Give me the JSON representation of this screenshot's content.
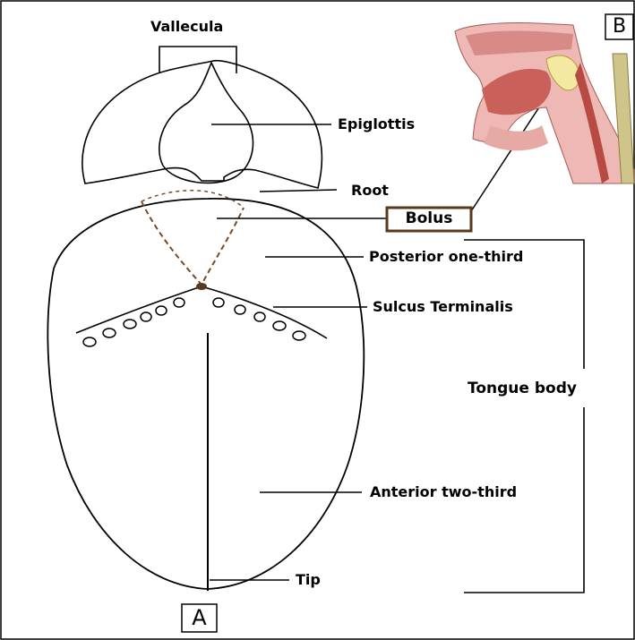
{
  "labels": {
    "vallecula": "Vallecula",
    "epiglottis": "Epiglottis",
    "root": "Root",
    "bolus": "Bolus",
    "posterior": "Posterior one-third",
    "sulcus": "Sulcus Terminalis",
    "tongue_body": "Tongue body",
    "anterior": "Anterior two-third",
    "tip": "Tip"
  },
  "panels": {
    "a": "A",
    "b": "B"
  },
  "colors": {
    "line": "#000000",
    "bolus_box": "#5a3a1e",
    "bolus_dash": "#7a4a22",
    "papilla_fill": "#5a3a1e"
  }
}
